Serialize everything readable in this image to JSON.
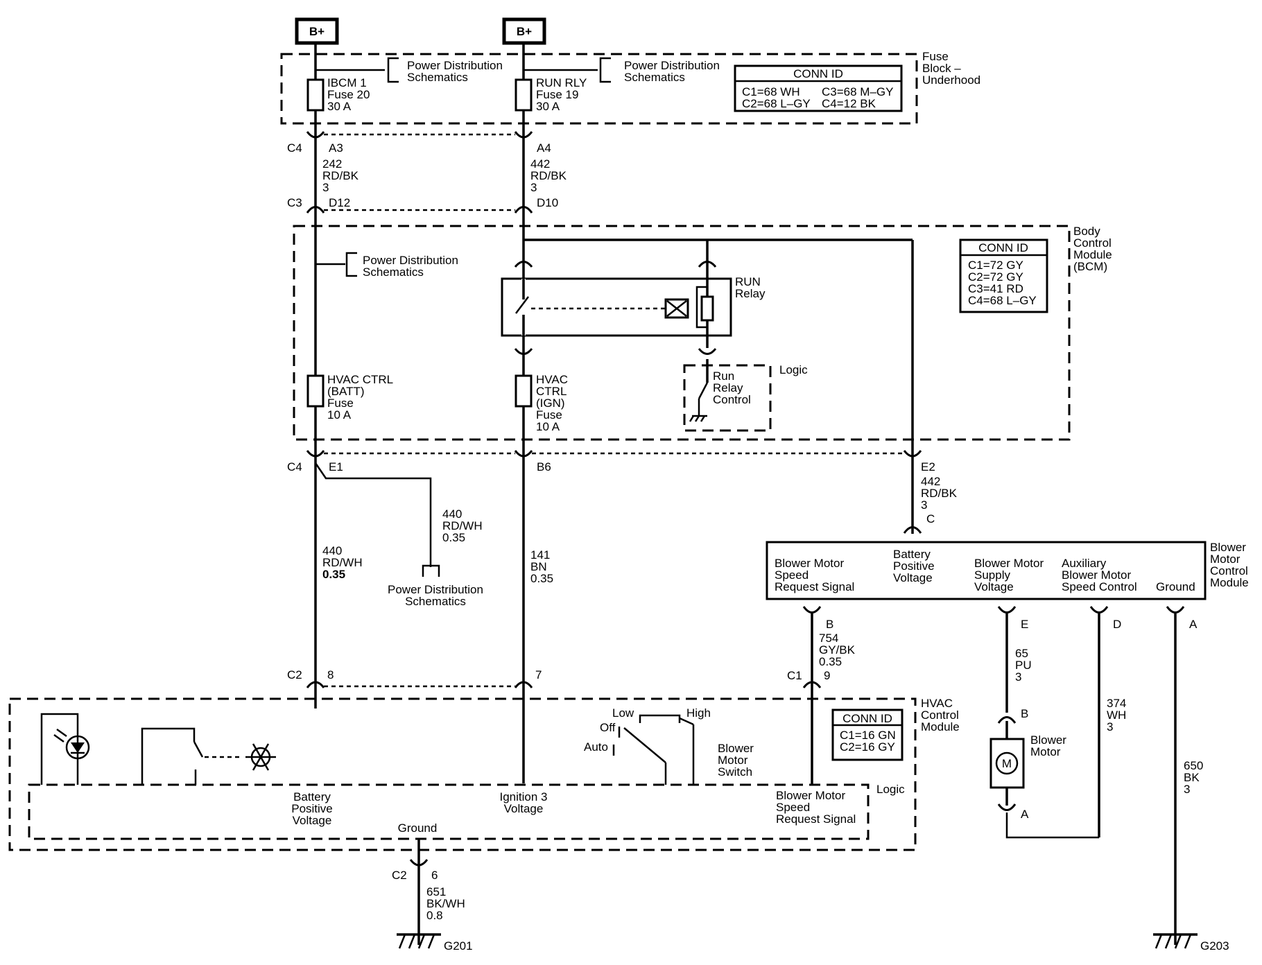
{
  "power": {
    "b1": "B+",
    "b2": "B+"
  },
  "fuse_block": {
    "label": [
      "Fuse",
      "Block –",
      "Underhood"
    ],
    "pds1": [
      "Power Distribution",
      "Schematics"
    ],
    "pds2": [
      "Power Distribution",
      "Schematics"
    ],
    "fuse1": [
      "IBCM 1",
      "Fuse 20",
      "30 A"
    ],
    "fuse2": [
      "RUN RLY",
      "Fuse 19",
      "30 A"
    ],
    "conn_title": "CONN ID",
    "conn": [
      "C1=68 WH",
      "C3=68 M–GY",
      "C2=68 L–GY",
      "C4=12 BK"
    ]
  },
  "wires_top": {
    "c4": "C4",
    "a3": "A3",
    "a4": "A4",
    "w1": [
      "242",
      "RD/BK",
      "3"
    ],
    "w2": [
      "442",
      "RD/BK",
      "3"
    ],
    "c3": "C3",
    "d12": "D12",
    "d10": "D10"
  },
  "bcm": {
    "label": [
      "Body",
      "Control",
      "Module",
      "(BCM)"
    ],
    "pds": [
      "Power Distribution",
      "Schematics"
    ],
    "relay": [
      "RUN",
      "Relay"
    ],
    "logic": "Logic",
    "relay_ctrl": [
      "Run",
      "Relay",
      "Control"
    ],
    "fuse1": [
      "HVAC CTRL",
      "(BATT)",
      "Fuse",
      "10 A"
    ],
    "fuse2": [
      "HVAC",
      "CTRL",
      "(IGN)",
      "Fuse",
      "10 A"
    ],
    "conn_title": "CONN ID",
    "conn": [
      "C1=72 GY",
      "C2=72 GY",
      "C3=41 RD",
      "C4=68 L–GY"
    ]
  },
  "wires_mid": {
    "c4": "C4",
    "e1": "E1",
    "b6": "B6",
    "e2": "E2",
    "w442": [
      "442",
      "RD/BK",
      "3"
    ],
    "c": "C",
    "w440a": [
      "440",
      "RD/WH",
      "0.35"
    ],
    "pds": [
      "Power Distribution",
      "Schematics"
    ],
    "w440b": [
      "440",
      "RD/WH",
      "0.35"
    ],
    "w141": [
      "141",
      "BN",
      "0.35"
    ]
  },
  "bmcm": {
    "label": [
      "Blower",
      "Motor",
      "Control",
      "Module"
    ],
    "pins": {
      "speed": [
        "Blower Motor",
        "Speed",
        "Request Signal"
      ],
      "batt": [
        "Battery",
        "Positive",
        "Voltage"
      ],
      "supply": [
        "Blower Motor",
        "Supply",
        "Voltage"
      ],
      "aux": [
        "Auxiliary",
        "Blower Motor",
        "Speed Control"
      ],
      "ground": "Ground"
    },
    "b": "B",
    "e": "E",
    "d": "D",
    "a": "A",
    "w754": [
      "754",
      "GY/BK",
      "0.35"
    ],
    "w65": [
      "65",
      "PU",
      "3"
    ],
    "w374": [
      "374",
      "WH",
      "3"
    ],
    "w650": [
      "650",
      "BK",
      "3"
    ]
  },
  "motor": {
    "label": [
      "Blower",
      "Motor"
    ],
    "symbol": "M",
    "b": "B",
    "a": "A"
  },
  "hvac": {
    "label": [
      "HVAC",
      "Control",
      "Module"
    ],
    "c2": "C2",
    "p8": "8",
    "p7": "7",
    "c1": "C1",
    "p9": "9",
    "conn_title": "CONN ID",
    "conn": [
      "C1=16 GN",
      "C2=16 GY"
    ],
    "switch": {
      "low": "Low",
      "high": "High",
      "off": "Off",
      "auto": "Auto",
      "name": [
        "Blower",
        "Motor",
        "Switch"
      ]
    },
    "logic": "Logic",
    "batt": [
      "Battery",
      "Positive",
      "Voltage"
    ],
    "ign": [
      "Ignition 3",
      "Voltage"
    ],
    "speed": [
      "Blower Motor",
      "Speed",
      "Request Signal"
    ],
    "ground": "Ground"
  },
  "ground_wires": {
    "c2": "C2",
    "p6": "6",
    "w651": [
      "651",
      "BK/WH",
      "0.8"
    ],
    "g201": "G201",
    "g203": "G203"
  }
}
